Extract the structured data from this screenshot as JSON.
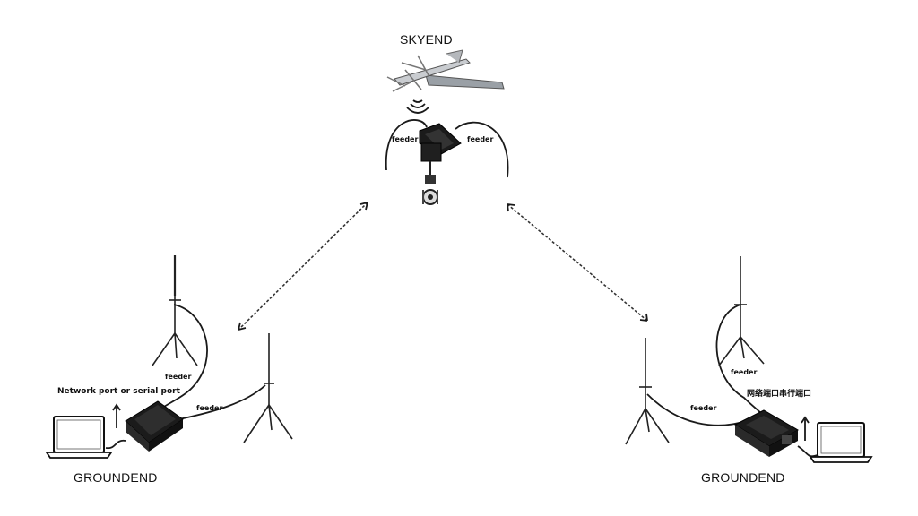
{
  "labels": {
    "skyend": "SKYEND",
    "groundend_left": "GROUNDEND",
    "groundend_right": "GROUNDEND",
    "port_left": "Network port or serial port",
    "port_right": "网络端口串行端口",
    "feeder": "feeder"
  },
  "colors": {
    "device": "#1b1b1b",
    "line": "#222222",
    "aircraft": "#9aa0a6"
  },
  "icons": [
    "drone-icon",
    "radio-module-icon",
    "antenna-tripod-icon",
    "laptop-icon",
    "camera-gimbal-icon",
    "signal-waves-icon"
  ]
}
